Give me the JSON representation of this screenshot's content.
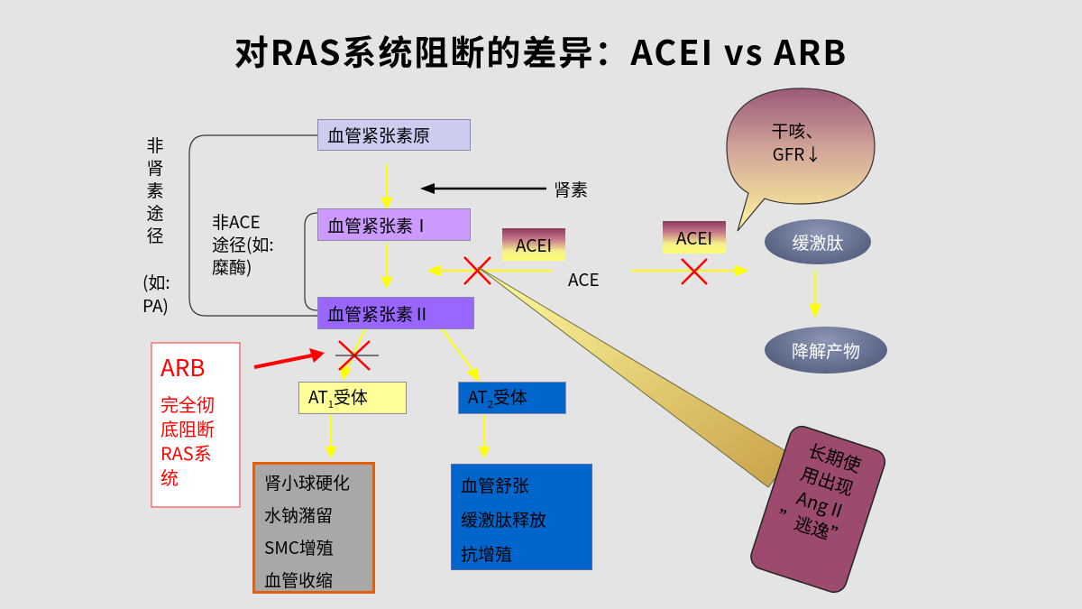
{
  "title": "对RAS系统阻断的差异：ACEI  vs  ARB",
  "nodes": {
    "angiotensinogen": "血管紧张素原",
    "ang1": "血管紧张素Ⅰ",
    "ang2": "血管紧张素Ⅱ",
    "renin": "肾素",
    "ace": "ACE",
    "acei_left": "ACEI",
    "acei_right": "ACEI",
    "bradykinin": "缓激肽",
    "degradation": "降解产物",
    "at1_prefix": "AT",
    "at1_sub": "1",
    "at1_suffix": "受体",
    "at2_prefix": "AT",
    "at2_sub": "2",
    "at2_suffix": "受体"
  },
  "non_renal": {
    "lines": [
      "非",
      "肾",
      "素",
      "途",
      "径"
    ],
    "note_1": "(如:",
    "note_2": "PA)"
  },
  "non_ace": {
    "line1": "非ACE",
    "line2": "途径(如:",
    "line3": "糜酶)"
  },
  "side_effect_bubble": {
    "line1": "干咳、",
    "line2": "GFR↓"
  },
  "arb_box": {
    "label": "ARB",
    "lines": [
      "完全彻",
      "底阻断",
      "RAS系",
      "统"
    ]
  },
  "at1_effects": [
    "肾小球硬化",
    "水钠潴留",
    "SMC增殖",
    "血管收缩"
  ],
  "at2_effects": [
    "血管舒张",
    "缓激肽释放",
    "抗增殖"
  ],
  "escape_callout": {
    "lines": [
      "长期使",
      "用出现",
      "Ang II",
      "”逃逸”"
    ]
  },
  "colors": {
    "yellow_arrow": "#ffff00",
    "red_mark": "#ff0000",
    "ang_orig_fill": "#ccccf0",
    "ang1_fill": "#cc99ff",
    "ang2_fill": "#9966ff",
    "at1_fill": "#ffff99",
    "at2_fill": "#0066cc",
    "at1_effects_fill": "#a8a8a8",
    "at1_effects_border": "#e06010",
    "at2_effects_fill": "#0066cc",
    "escape_fill": "#9c4a6e"
  }
}
